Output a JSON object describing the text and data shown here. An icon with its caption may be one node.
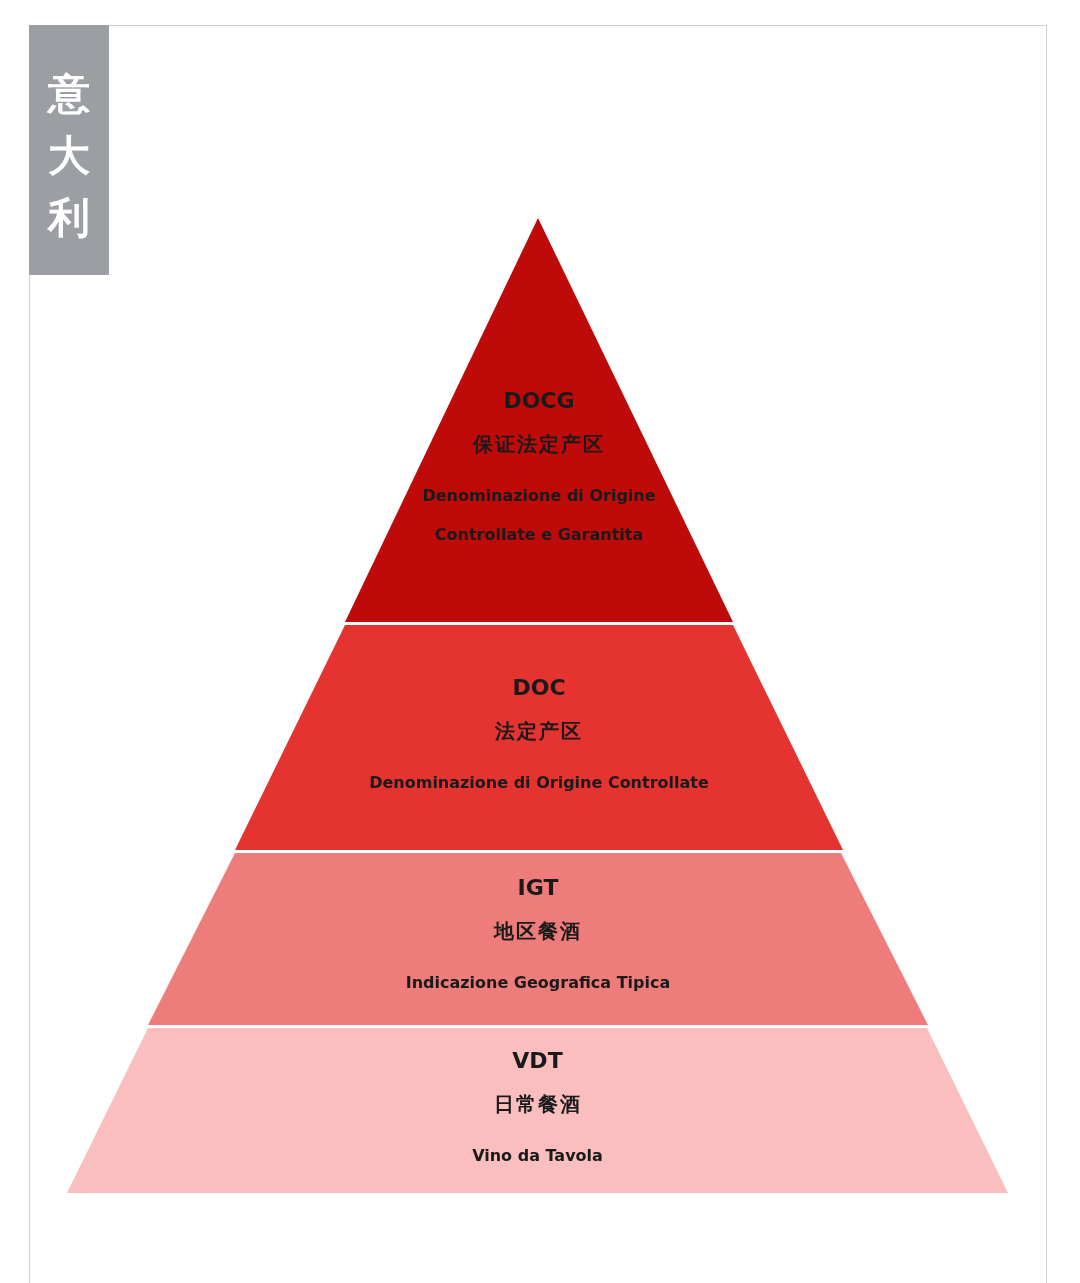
{
  "diagram": {
    "nodes": [
      {
        "text": [
          "意大利"
        ]
      },
      {
        "text": [
          "DOCG",
          "保证法定产区",
          "Denominazione di Origine Controllate e Garantita"
        ]
      },
      {
        "text": [
          "DOC",
          "法定产区",
          "Denominazione di Origine Controllate"
        ]
      },
      {
        "text": [
          "IGT",
          "地区餐酒",
          "Indicazione Geografica Tipica"
        ]
      },
      {
        "text": [
          "VDT",
          "日常餐酒",
          "Vino da Tavola"
        ]
      }
    ]
  }
}
